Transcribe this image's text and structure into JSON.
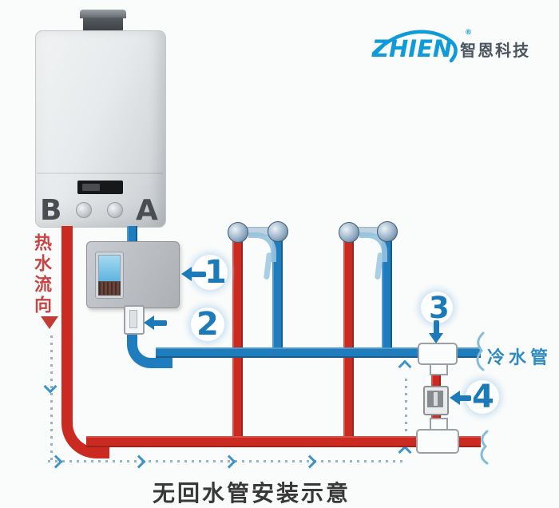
{
  "title": "无回水管安装示意",
  "logo": {
    "brand": "ZHIEN",
    "registered": "®",
    "company": "智恩科技"
  },
  "heater": {
    "outlet_left": "B",
    "outlet_right": "A"
  },
  "flow_label": {
    "text": "热水流向"
  },
  "cold_pipe_label": {
    "text": "冷水管"
  },
  "callouts": {
    "c1": "1",
    "c2": "2",
    "c3": "3",
    "c4": "4"
  },
  "colors": {
    "hot_pipe": "#cb2a20",
    "cold_pipe": "#1f7dbd",
    "callout_blue": "#1d7ab8",
    "flow_text_red": "#c94343",
    "brand_blue": "#0f9ad8",
    "title_text": "#383838"
  }
}
